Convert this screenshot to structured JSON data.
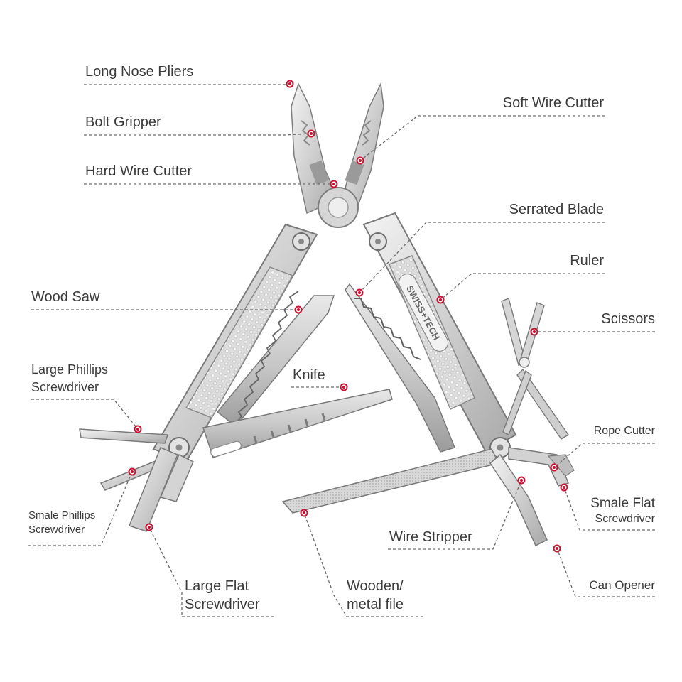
{
  "callouts": [
    {
      "id": "long-nose-pliers",
      "lines": [
        "Long Nose Pliers"
      ]
    },
    {
      "id": "bolt-gripper",
      "lines": [
        "Bolt Gripper"
      ]
    },
    {
      "id": "hard-wire-cutter",
      "lines": [
        "Hard Wire Cutter"
      ]
    },
    {
      "id": "soft-wire-cutter",
      "lines": [
        "Soft Wire Cutter"
      ]
    },
    {
      "id": "serrated-blade",
      "lines": [
        "Serrated Blade"
      ]
    },
    {
      "id": "ruler",
      "lines": [
        "Ruler"
      ]
    },
    {
      "id": "wood-saw",
      "lines": [
        "Wood Saw"
      ]
    },
    {
      "id": "scissors",
      "lines": [
        "Scissors"
      ]
    },
    {
      "id": "large-phillips-screwdriver",
      "lines": [
        "Large Phillips",
        "Screwdriver"
      ]
    },
    {
      "id": "knife",
      "lines": [
        "Knife"
      ]
    },
    {
      "id": "rope-cutter",
      "lines": [
        "Rope Cutter"
      ]
    },
    {
      "id": "smale-phillips-screwdriver",
      "lines": [
        "Smale Phillips",
        "Screwdriver"
      ]
    },
    {
      "id": "smale-flat-screwdriver",
      "lines": [
        "Smale Flat",
        "Screwdriver"
      ]
    },
    {
      "id": "wire-stripper",
      "lines": [
        "Wire Stripper"
      ]
    },
    {
      "id": "large-flat-screwdriver",
      "lines": [
        "Large Flat",
        "Screwdriver"
      ]
    },
    {
      "id": "wooden-metal-file",
      "lines": [
        "Wooden/",
        "metal file"
      ]
    },
    {
      "id": "can-opener",
      "lines": [
        "Can Opener"
      ]
    }
  ],
  "brand_mark": "SWISS+TECH",
  "colors": {
    "text": "#3b3b3b",
    "leader": "#6a6a6a",
    "marker": "#c8102e",
    "steel_light": "#e6e6e6",
    "steel_mid": "#c9c9c9",
    "steel_dark": "#8e8e8e"
  }
}
